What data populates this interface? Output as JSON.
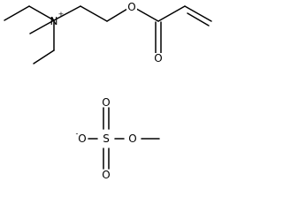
{
  "molecule": {
    "atoms": [
      {
        "id": "n1",
        "symbol": "N",
        "charge": "+"
      },
      {
        "id": "o_ester",
        "symbol": "O",
        "charge": ""
      },
      {
        "id": "o_carbonyl",
        "symbol": "O",
        "charge": ""
      },
      {
        "id": "s1",
        "symbol": "S",
        "charge": ""
      },
      {
        "id": "o_s_top",
        "symbol": "O",
        "charge": ""
      },
      {
        "id": "o_s_bottom",
        "symbol": "O",
        "charge": ""
      },
      {
        "id": "o_s_anion",
        "symbol": "O",
        "charge": "-"
      },
      {
        "id": "o_s_methoxy",
        "symbol": "O",
        "charge": ""
      }
    ]
  },
  "colors": {
    "bond": "#000000",
    "label": "#000000",
    "background": "#ffffff"
  }
}
